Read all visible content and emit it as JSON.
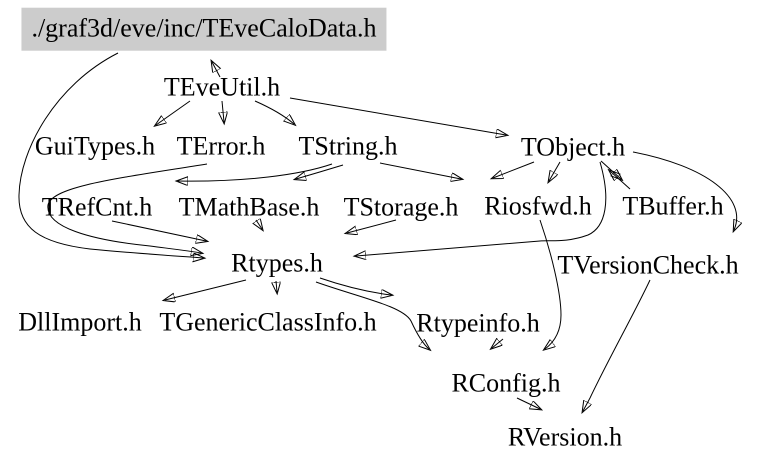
{
  "diagram": {
    "kind": "include-dependency-graph",
    "root_file": "./graf3d/eve/inc/TEveCaloData.h"
  },
  "colors": {
    "background": "#ffffff",
    "edge": "#000000",
    "text": "#000000",
    "root_node_background": "#cccccc"
  },
  "nodes": [
    {
      "id": "root",
      "label": "./graf3d/eve/inc/TEveCaloData.h",
      "highlighted": true
    },
    {
      "id": "teveutil",
      "label": "TEveUtil.h"
    },
    {
      "id": "guitypes",
      "label": "GuiTypes.h"
    },
    {
      "id": "terror",
      "label": "TError.h"
    },
    {
      "id": "tstring",
      "label": "TString.h"
    },
    {
      "id": "tobject",
      "label": "TObject.h"
    },
    {
      "id": "trefcnt",
      "label": "TRefCnt.h"
    },
    {
      "id": "tmathbase",
      "label": "TMathBase.h"
    },
    {
      "id": "tstorage",
      "label": "TStorage.h"
    },
    {
      "id": "riosfwd",
      "label": "Riosfwd.h"
    },
    {
      "id": "tbuffer",
      "label": "TBuffer.h"
    },
    {
      "id": "rtypes",
      "label": "Rtypes.h"
    },
    {
      "id": "tversioncheck",
      "label": "TVersionCheck.h"
    },
    {
      "id": "dllimport",
      "label": "DllImport.h"
    },
    {
      "id": "tgenericclassinfo",
      "label": "TGenericClassInfo.h"
    },
    {
      "id": "rtypeinfo",
      "label": "Rtypeinfo.h"
    },
    {
      "id": "rconfig",
      "label": "RConfig.h"
    },
    {
      "id": "rversion",
      "label": "RVersion.h"
    }
  ],
  "edges": [
    {
      "from": "teveutil",
      "to": "root"
    },
    {
      "from": "teveutil",
      "to": "guitypes"
    },
    {
      "from": "teveutil",
      "to": "terror"
    },
    {
      "from": "teveutil",
      "to": "tstring"
    },
    {
      "from": "teveutil",
      "to": "tobject"
    },
    {
      "from": "tstring",
      "to": "trefcnt"
    },
    {
      "from": "tstring",
      "to": "tmathbase"
    },
    {
      "from": "tstring",
      "to": "tstorage"
    },
    {
      "from": "tobject",
      "to": "tstorage"
    },
    {
      "from": "tobject",
      "to": "riosfwd"
    },
    {
      "from": "tobject",
      "to": "tbuffer"
    },
    {
      "from": "tbuffer",
      "to": "tobject"
    },
    {
      "from": "tobject",
      "to": "tversioncheck"
    },
    {
      "from": "tobject",
      "to": "rtypes"
    },
    {
      "from": "root",
      "to": "rtypes"
    },
    {
      "from": "terror",
      "to": "rtypes"
    },
    {
      "from": "trefcnt",
      "to": "rtypes"
    },
    {
      "from": "tmathbase",
      "to": "rtypes"
    },
    {
      "from": "tstorage",
      "to": "rtypes"
    },
    {
      "from": "rtypes",
      "to": "dllimport"
    },
    {
      "from": "rtypes",
      "to": "tgenericclassinfo"
    },
    {
      "from": "rtypes",
      "to": "rtypeinfo"
    },
    {
      "from": "rtypes",
      "to": "rconfig"
    },
    {
      "from": "rtypeinfo",
      "to": "rconfig"
    },
    {
      "from": "riosfwd",
      "to": "rconfig"
    },
    {
      "from": "rconfig",
      "to": "rversion"
    },
    {
      "from": "tversioncheck",
      "to": "rversion"
    }
  ]
}
